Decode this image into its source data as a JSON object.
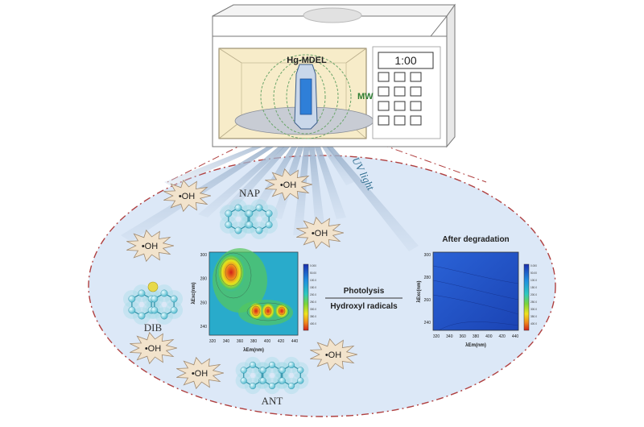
{
  "microwave": {
    "device_label": "Hg-MDEL",
    "field_label": "MW",
    "timer_display": "1:00"
  },
  "uv_label": "UV light",
  "radical_label": "•OH",
  "molecules": [
    {
      "name": "NAP"
    },
    {
      "name": "DIB"
    },
    {
      "name": "ANT"
    }
  ],
  "process": {
    "top_label": "Photolysis",
    "bottom_label": "Hydroxyl radicals"
  },
  "eem_before": {
    "x_axis_label": "λEm(nm)",
    "y_axis_label": "λExc(nm)",
    "x_ticks": [
      "320",
      "340",
      "360",
      "380",
      "400",
      "420",
      "440"
    ],
    "y_ticks": [
      "300",
      "280",
      "260",
      "240"
    ]
  },
  "eem_after": {
    "title": "After degradation",
    "x_axis_label": "λEm(nm)",
    "y_axis_label": "λExc(nm)",
    "x_ticks": [
      "320",
      "340",
      "360",
      "380",
      "400",
      "420",
      "440"
    ],
    "y_ticks": [
      "300",
      "280",
      "260",
      "240"
    ]
  },
  "colors": {
    "microwave_cavity": "#f7ecc9",
    "ellipse_fill": "#dce8f7",
    "ellipse_border": "#b04040",
    "uv_beam": "#9fb6cf",
    "field_lines": "#6aa56a",
    "mw_text": "#2e7d32",
    "radical_burst": "#f2e3cc",
    "molecule": "#6cc7d8",
    "plot_blue": "#1f4fbf",
    "peak_red": "#e0301e"
  }
}
